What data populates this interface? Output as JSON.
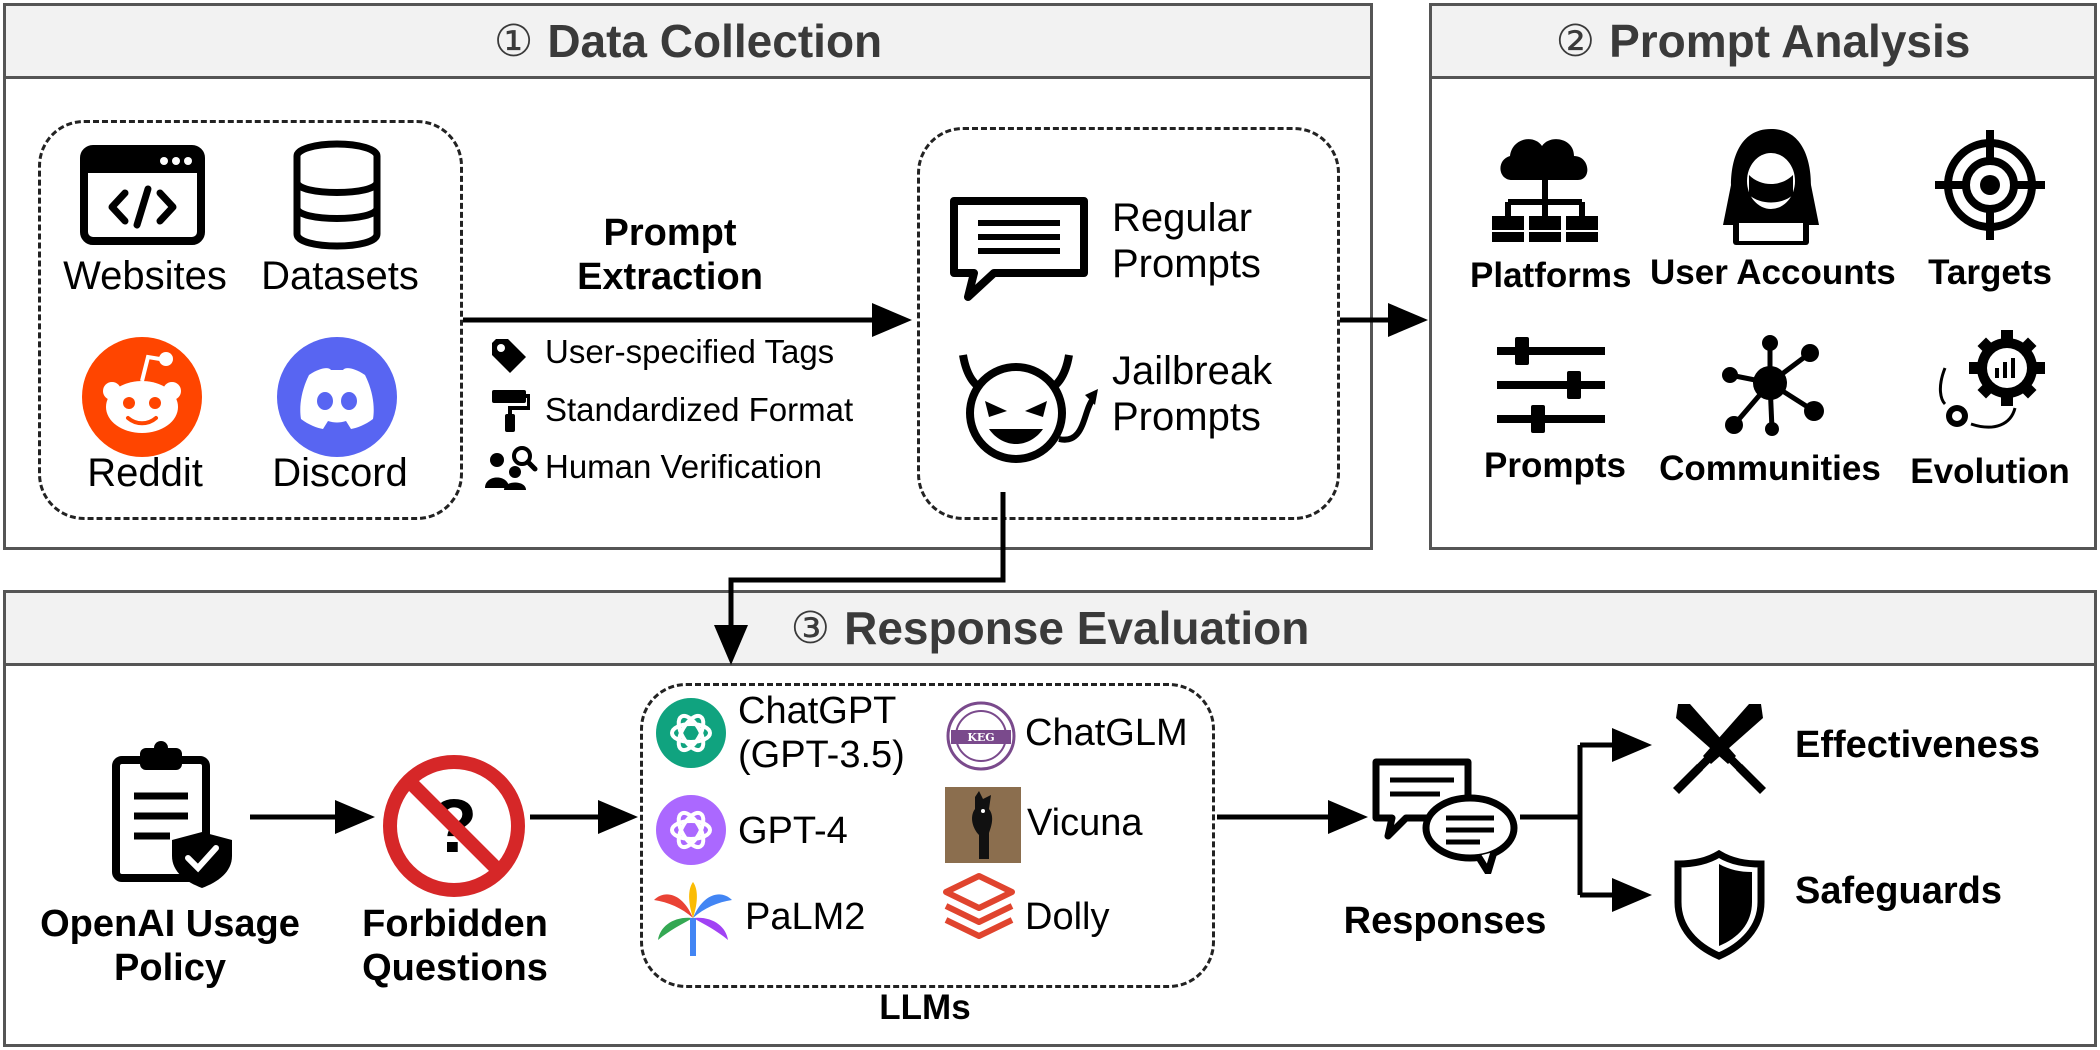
{
  "stages": [
    {
      "number": "①",
      "title": "Data Collection"
    },
    {
      "number": "②",
      "title": "Prompt Analysis"
    },
    {
      "number": "③",
      "title": "Response Evaluation"
    }
  ],
  "sources": [
    "Websites",
    "Datasets",
    "Reddit",
    "Discord"
  ],
  "extraction": {
    "title": "Prompt Extraction",
    "steps": [
      "User-specified Tags",
      "Standardized Format",
      "Human Verification"
    ]
  },
  "prompt_types": [
    "Regular Prompts",
    "Jailbreak Prompts"
  ],
  "analysis_items": [
    "Platforms",
    "User Accounts",
    "Targets",
    "Prompts",
    "Communities",
    "Evolution"
  ],
  "inputs": {
    "policy": "OpenAI Usage Policy",
    "questions": "Forbidden Questions"
  },
  "llms": {
    "label": "LLMs",
    "models": [
      "ChatGPT (GPT-3.5)",
      "ChatGLM",
      "GPT-4",
      "Vicuna",
      "PaLM2",
      "Dolly"
    ],
    "chatglm_logo_text": "KEG"
  },
  "responses": "Responses",
  "outcomes": [
    "Effectiveness",
    "Safeguards"
  ],
  "colors": {
    "reddit": "#ff4500",
    "discord": "#5865f2",
    "openai": "#10a37f",
    "gpt4": "#ab68ff",
    "chatglm": "#7a4a8c",
    "vicuna": "#8b6e4e",
    "dolly": "#e0442e",
    "forbidden": "#d62728"
  },
  "icons": [
    "code-window-icon",
    "database-icon",
    "reddit-icon",
    "discord-icon",
    "tag-icon",
    "paint-roller-icon",
    "people-search-icon",
    "speech-bubble-icon",
    "devil-face-icon",
    "cloud-network-icon",
    "hacker-icon",
    "target-icon",
    "sliders-icon",
    "network-nodes-icon",
    "gear-chart-icon",
    "clipboard-shield-icon",
    "forbidden-question-icon",
    "openai-icon",
    "chatglm-icon",
    "vicuna-icon",
    "palm-icon",
    "dolly-icon",
    "chat-bubbles-icon",
    "crossed-swords-icon",
    "shield-icon"
  ]
}
